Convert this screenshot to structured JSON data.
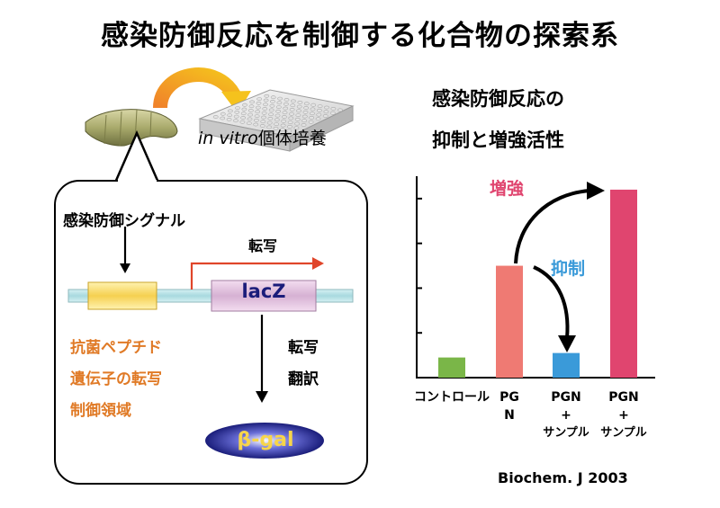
{
  "title": "感染防御反応を制御する化合物の探索系",
  "invitro": {
    "italic": "in vitro",
    "rest": "個体培養"
  },
  "right_title": {
    "line1": "感染防御反応の",
    "line2": "抑制と増強活性"
  },
  "box": {
    "signal": "感染防御シグナル",
    "transcription": "転写",
    "gene": "lacZ",
    "orange_lines": [
      "抗菌ペプチド",
      "遺伝子の転写",
      "制御領域"
    ],
    "steps": [
      "転写",
      "翻訳"
    ],
    "product": "β-gal"
  },
  "annotations": {
    "enhance": "増強",
    "suppress": "抑制"
  },
  "citation": "Biochem. J 2003",
  "colors": {
    "orange_text": "#e07a26",
    "enhance": "#e0456f",
    "suppress": "#3a9ad9",
    "transcription_arrow": "#e0452a"
  },
  "chart_data": {
    "type": "bar",
    "categories": [
      "コントロール",
      "PGN",
      "PGN + サンプル",
      "PGN + サンプル"
    ],
    "category_lines": [
      [
        "コントロール"
      ],
      [
        "PG",
        "N"
      ],
      [
        "PGN",
        "+",
        "サンプル"
      ],
      [
        "PGN",
        "+",
        "サンプル"
      ]
    ],
    "values": [
      0.9,
      5.0,
      1.1,
      8.4
    ],
    "colors": [
      "#7ab648",
      "#ef7a73",
      "#3a9ad9",
      "#e0456f"
    ],
    "ylim": [
      0,
      9
    ],
    "yticks": [
      0,
      2,
      4,
      6,
      8
    ],
    "xlabel": "",
    "ylabel": ""
  }
}
